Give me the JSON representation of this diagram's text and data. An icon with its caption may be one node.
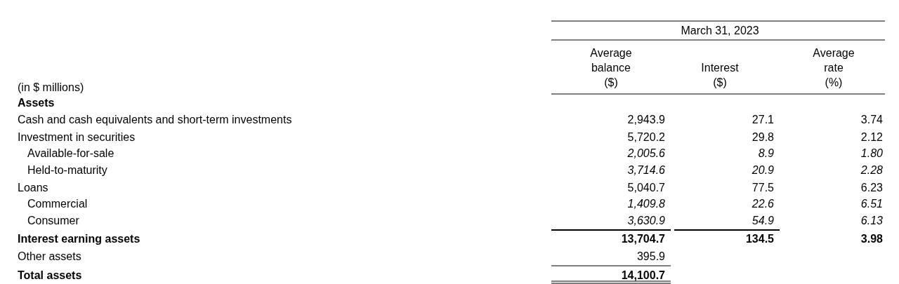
{
  "diagram": {
    "labels": [
      "March 31, 2023",
      "Average balance ($)",
      "Interest ($)",
      "Average rate (%)",
      "(in $ millions)",
      "Assets",
      "Cash and cash equivalents and short-term investments",
      "2,943.9",
      "27.1",
      "3.74",
      "Investment in securities",
      "5,720.2",
      "29.8",
      "2.12",
      "Available-for-sale",
      "2,005.6",
      "8.9",
      "1.80",
      "Held-to-maturity",
      "3,714.6",
      "20.9",
      "2.28",
      "Loans",
      "5,040.7",
      "77.5",
      "6.23",
      "Commercial",
      "1,409.8",
      "22.6",
      "6.51",
      "Consumer",
      "3,630.9",
      "54.9",
      "6.13",
      "Interest earning assets",
      "13,704.7",
      "134.5",
      "3.98",
      "Other assets",
      "395.9",
      "Total assets",
      "14,100.7"
    ]
  }
}
